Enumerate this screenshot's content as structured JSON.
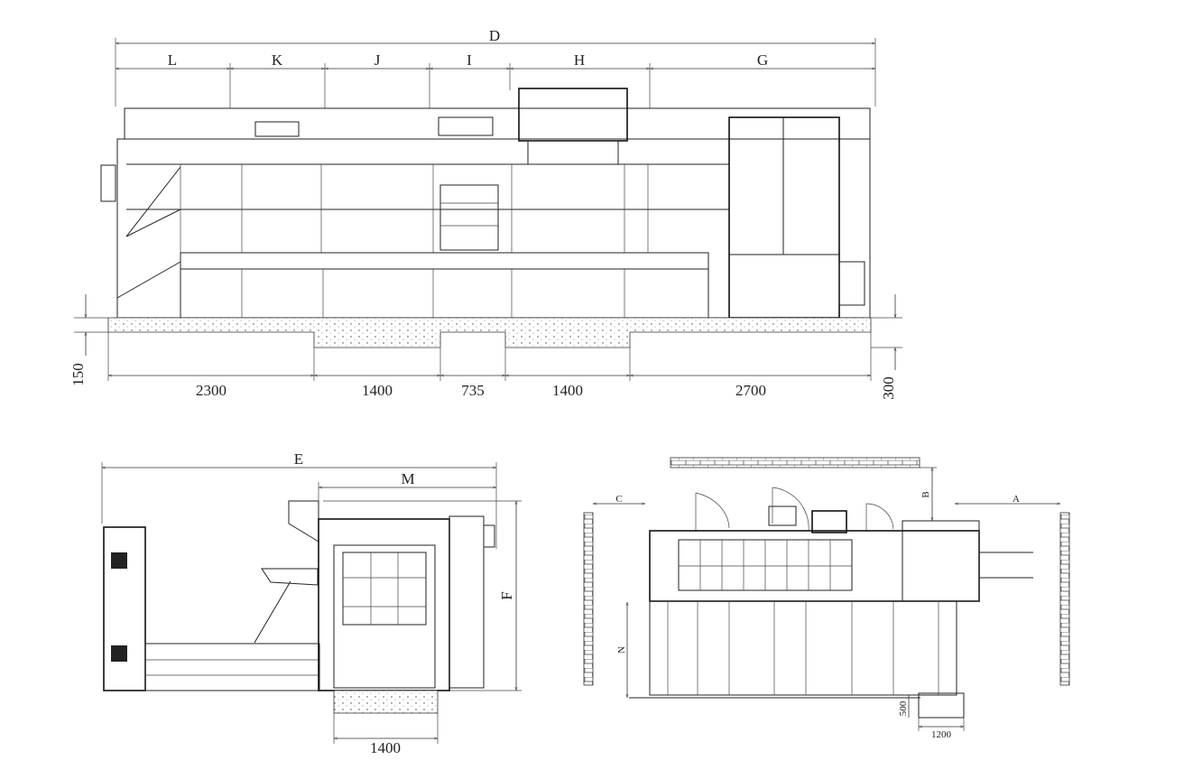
{
  "top_view": {
    "overall_label": "D",
    "section_labels": [
      "L",
      "K",
      "J",
      "I",
      "H",
      "G"
    ],
    "foundation_dims": [
      "2300",
      "1400",
      "735",
      "1400",
      "2700"
    ],
    "left_height": "150",
    "right_height": "300"
  },
  "side_view": {
    "overall_label": "E",
    "unit_label": "M",
    "height_label": "F",
    "foundation_width": "1400"
  },
  "plan_view": {
    "clearance_left": "C",
    "clearance_right": "A",
    "clearance_top": "B",
    "depth_label": "N",
    "pump_depth": "500",
    "pump_width": "1200"
  }
}
